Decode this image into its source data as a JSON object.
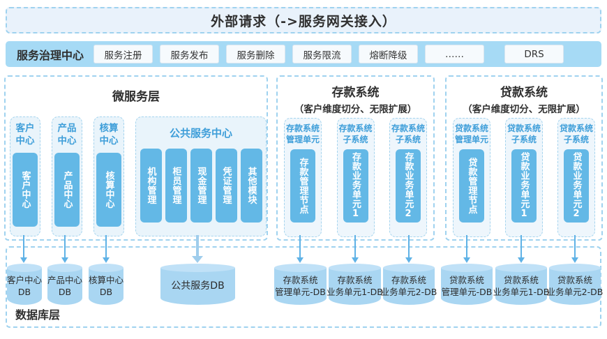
{
  "top_banner": {
    "title": "外部请求（->服务网关接入）"
  },
  "governance": {
    "label": "服务治理中心",
    "buttons": [
      "服务注册",
      "服务发布",
      "服务删除",
      "服务限流",
      "熔断降级",
      "……"
    ],
    "drs_label": "DRS"
  },
  "microservice_panel": {
    "title": "微服务层",
    "columns": [
      {
        "header": "客户中心",
        "service": "客户中心"
      },
      {
        "header": "产品中心",
        "service": "产品中心"
      },
      {
        "header": "核算中心",
        "service": "核算中心"
      }
    ],
    "public_center": {
      "header": "公共服务中心",
      "modules": [
        "机构管理",
        "柜员管理",
        "现金管理",
        "凭证管理",
        "其他模块"
      ]
    }
  },
  "deposit_panel": {
    "title": "存款系统",
    "subtitle": "（客户维度切分、无限扩展）",
    "units": [
      {
        "header": "存款系统管理单元",
        "node": "存款管理节点"
      },
      {
        "header": "存款系统子系统",
        "node": "存款业务单元1"
      },
      {
        "header": "存款系统子系统",
        "node": "存款业务单元2"
      }
    ]
  },
  "loan_panel": {
    "title": "贷款系统",
    "subtitle": "（客户维度切分、无限扩展）",
    "units": [
      {
        "header": "贷款系统管理单元",
        "node": "贷款管理节点"
      },
      {
        "header": "贷款系统子系统",
        "node": "贷款业务单元1"
      },
      {
        "header": "贷款系统子系统",
        "node": "贷款业务单元2"
      }
    ]
  },
  "database_layer": {
    "label": "数据库层",
    "cylinders": [
      {
        "lines": [
          "客户中心",
          "DB"
        ]
      },
      {
        "lines": [
          "产品中心",
          "DB"
        ]
      },
      {
        "lines": [
          "核算中心",
          "DB"
        ]
      },
      {
        "lines": [
          "公共服务DB"
        ]
      },
      {
        "lines": [
          "存款系统",
          "管理单元-DB"
        ]
      },
      {
        "lines": [
          "存款系统",
          "业务单元1-DB"
        ]
      },
      {
        "lines": [
          "存款系统",
          "业务单元2-DB"
        ]
      },
      {
        "lines": [
          "贷款系统",
          "管理单元-DB"
        ]
      },
      {
        "lines": [
          "贷款系统",
          "业务单元1-DB"
        ]
      },
      {
        "lines": [
          "贷款系统",
          "业务单元2-DB"
        ]
      }
    ]
  },
  "colors": {
    "accent_blue": "#63b8e6",
    "header_text_blue": "#3e9ed9",
    "bar_blue": "#a6daf5",
    "cylinder_blue": "#a9d6f2",
    "arrow_blue": "#5fb2e6",
    "dashed_border_blue": "#9fd2ef",
    "dark_text": "#333333"
  }
}
